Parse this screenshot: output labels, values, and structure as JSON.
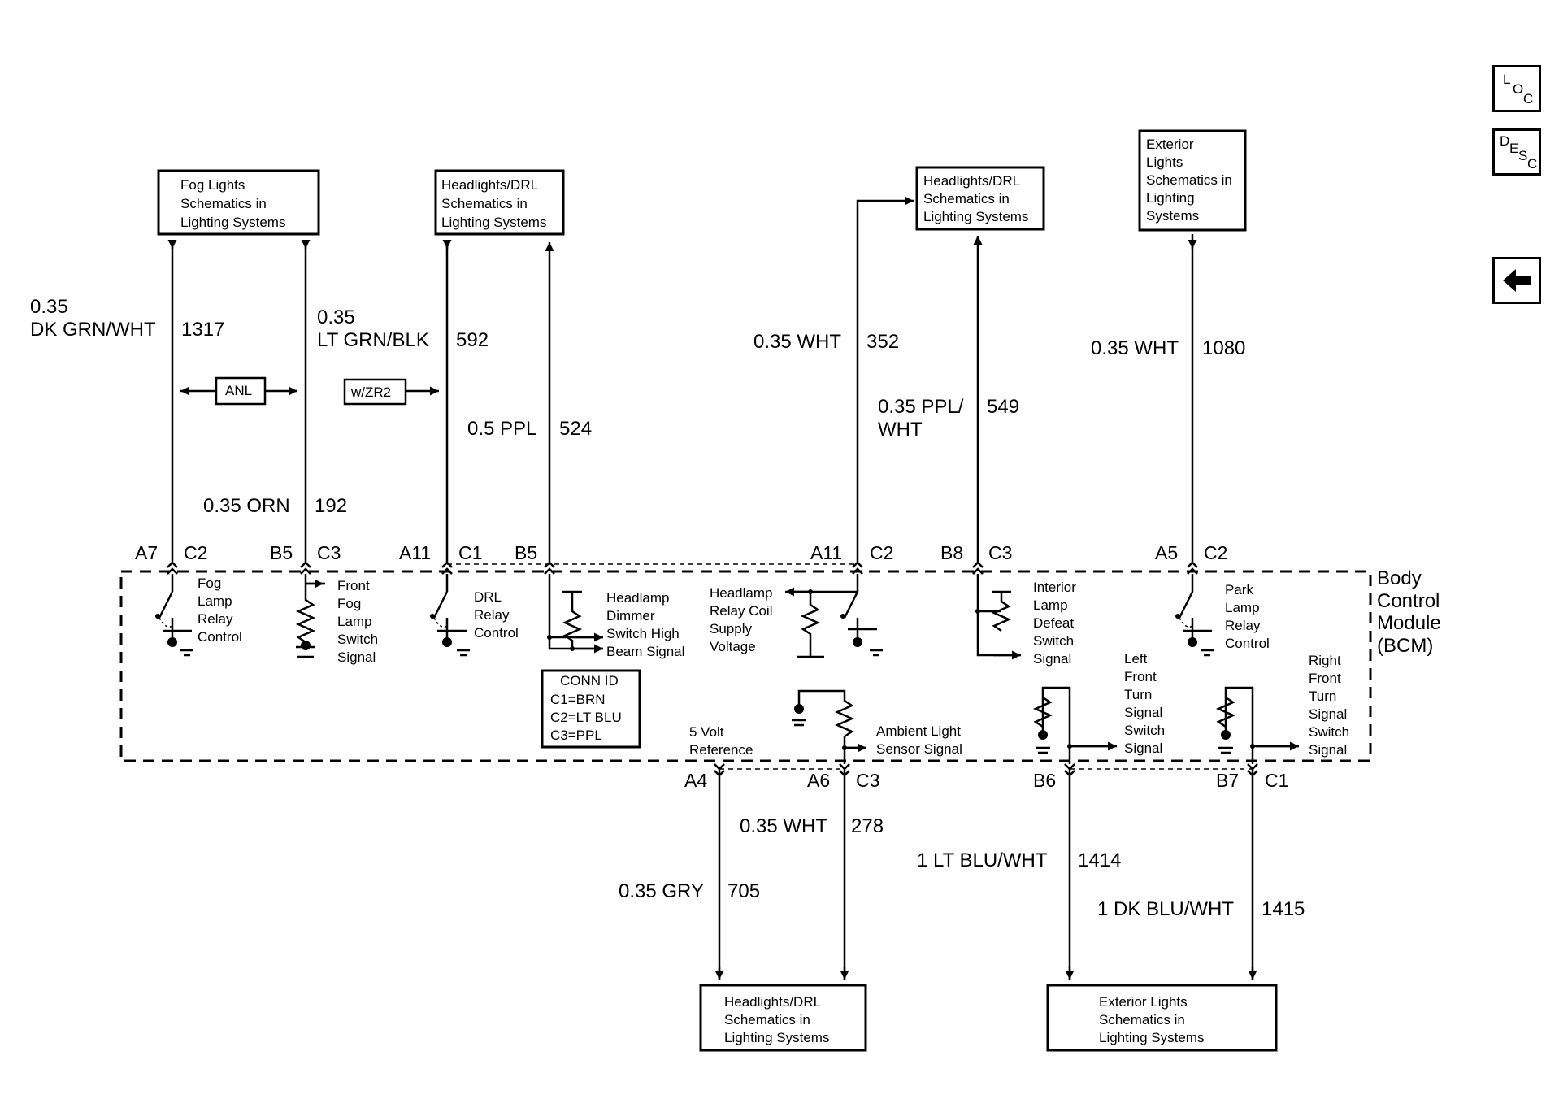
{
  "nav": {
    "loc": [
      "L",
      "O",
      "C"
    ],
    "desc": [
      "D",
      "E",
      "S",
      "C"
    ],
    "back_icon": "arrow-left-icon"
  },
  "boxes": {
    "fog": [
      "Fog Lights",
      "Schematics in",
      "Lighting Systems"
    ],
    "hdrl1": [
      "Headlights/DRL",
      "Schematics in",
      "Lighting Systems"
    ],
    "hdrl2": [
      "Headlights/DRL",
      "Schematics in",
      "Lighting Systems"
    ],
    "ext_top": [
      "Exterior",
      "Lights",
      "Schematics in",
      "Lighting",
      "Systems"
    ],
    "hdrl_bottom": [
      "Headlights/DRL",
      "Schematics in",
      "Lighting Systems"
    ],
    "ext_bottom": [
      "Exterior Lights",
      "Schematics in",
      "Lighting Systems"
    ]
  },
  "options": {
    "anl": "ANL",
    "wzr2": "w/ZR2"
  },
  "wires": {
    "w1317": {
      "size": "0.35",
      "color": "DK GRN/WHT",
      "circuit": "1317"
    },
    "w192": {
      "size": "0.35 ORN",
      "circuit": "192"
    },
    "w592": {
      "size": "0.35",
      "color": "LT GRN/BLK",
      "circuit": "592"
    },
    "w524": {
      "label": "0.5 PPL",
      "circuit": "524"
    },
    "w352": {
      "label": "0.35 WHT",
      "circuit": "352"
    },
    "w549": {
      "line1": "0.35 PPL/",
      "line2": "WHT",
      "circuit": "549"
    },
    "w1080": {
      "label": "0.35 WHT",
      "circuit": "1080"
    },
    "w278": {
      "label": "0.35 WHT",
      "circuit": "278"
    },
    "w705": {
      "label": "0.35 GRY",
      "circuit": "705"
    },
    "w1414": {
      "label": "1 LT BLU/WHT",
      "circuit": "1414"
    },
    "w1415": {
      "label": "1 DK BLU/WHT",
      "circuit": "1415"
    }
  },
  "connectors": {
    "a7": "A7",
    "c2a": "C2",
    "b5a": "B5",
    "c3a": "C3",
    "a11a": "A11",
    "c1a": "C1",
    "b5b": "B5",
    "a11b": "A11",
    "c2b": "C2",
    "b8": "B8",
    "c3b": "C3",
    "a5": "A5",
    "c2c": "C2",
    "a4": "A4",
    "a6": "A6",
    "c3c": "C3",
    "b6": "B6",
    "b7": "B7",
    "c1b": "C1"
  },
  "bcm": {
    "title": [
      "Body",
      "Control",
      "Module",
      "(BCM)"
    ]
  },
  "inner": {
    "fog_relay": [
      "Fog",
      "Lamp",
      "Relay",
      "Control"
    ],
    "front_fog_switch": [
      "Front",
      "Fog",
      "Lamp",
      "Switch",
      "Signal"
    ],
    "drl_relay": [
      "DRL",
      "Relay",
      "Control"
    ],
    "dimmer": [
      "Headlamp",
      "Dimmer",
      "Switch High",
      "Beam Signal"
    ],
    "relay_coil": [
      "Headlamp",
      "Relay Coil",
      "Supply",
      "Voltage"
    ],
    "interior_defeat": [
      "Interior",
      "Lamp",
      "Defeat",
      "Switch",
      "Signal"
    ],
    "park_relay": [
      "Park",
      "Lamp",
      "Relay",
      "Control"
    ],
    "lf_turn": [
      "Left",
      "Front",
      "Turn",
      "Signal",
      "Switch",
      "Signal"
    ],
    "rf_turn": [
      "Right",
      "Front",
      "Turn",
      "Signal",
      "Switch",
      "Signal"
    ],
    "ambient": [
      "Ambient Light",
      "Sensor Signal"
    ],
    "five_volt": [
      "5 Volt",
      "Reference"
    ],
    "conn_id": [
      "CONN ID",
      "C1=BRN",
      "C2=LT BLU",
      "C3=PPL"
    ]
  }
}
